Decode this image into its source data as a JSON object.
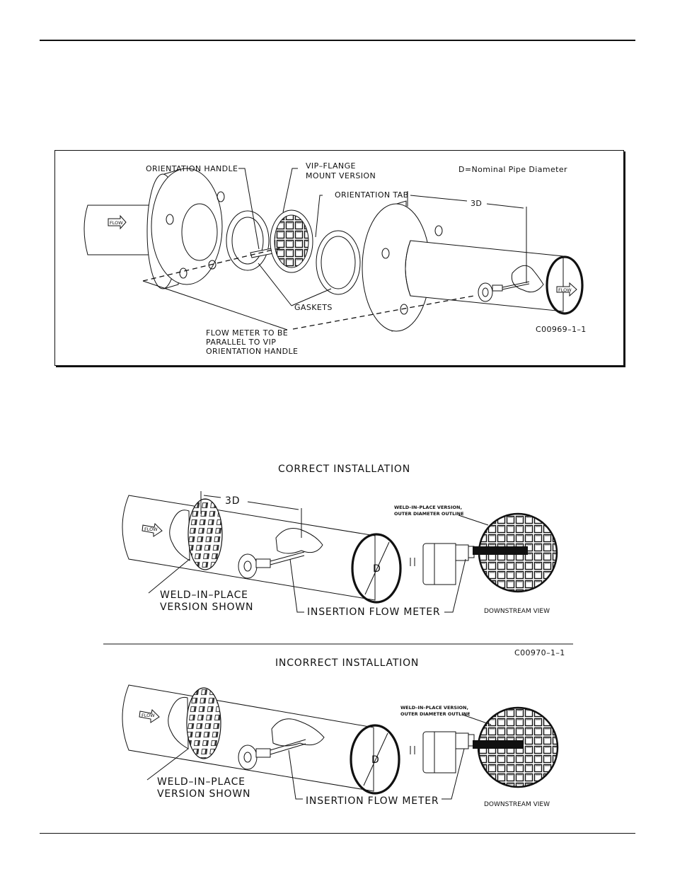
{
  "figure1": {
    "labels": {
      "orientation_handle": "ORIENTATION HANDLE",
      "vip_flange_1": "VIP–FLANGE",
      "vip_flange_2": "MOUNT VERSION",
      "orientation_tab": "ORIENTATION TAB",
      "nominal_diameter": "D=Nominal Pipe Diameter",
      "three_d": "3D",
      "gaskets": "GASKETS",
      "parallel_1": "FLOW METER TO BE",
      "parallel_2": "PARALLEL TO VIP",
      "parallel_3": "ORIENTATION HANDLE",
      "code": "C00969–1–1",
      "flow_left": "FLOW",
      "flow_right": "FLOW"
    }
  },
  "figure2": {
    "title_correct": "CORRECT INSTALLATION",
    "title_incorrect": "INCORRECT INSTALLATION",
    "code": "C00970–1–1",
    "correct": {
      "three_d": "3D",
      "d": "D",
      "flow": "FLOW",
      "weld_1": "WELD–IN–PLACE",
      "weld_2": "VERSION SHOWN",
      "insertion": "INSERTION FLOW METER",
      "outline_1": "WELD–IN–PLACE VERSION,",
      "outline_2": "OUTER DIAMETER OUTLINE",
      "downstream": "DOWNSTREAM VIEW"
    },
    "incorrect": {
      "d": "D",
      "flow": "FLOW",
      "weld_1": "WELD–IN–PLACE",
      "weld_2": "VERSION SHOWN",
      "insertion": "INSERTION FLOW METER",
      "outline_1": "WELD–IN–PLACE VERSION,",
      "outline_2": "OUTER DIAMETER OUTLINE",
      "downstream": "DOWNSTREAM VIEW"
    }
  }
}
